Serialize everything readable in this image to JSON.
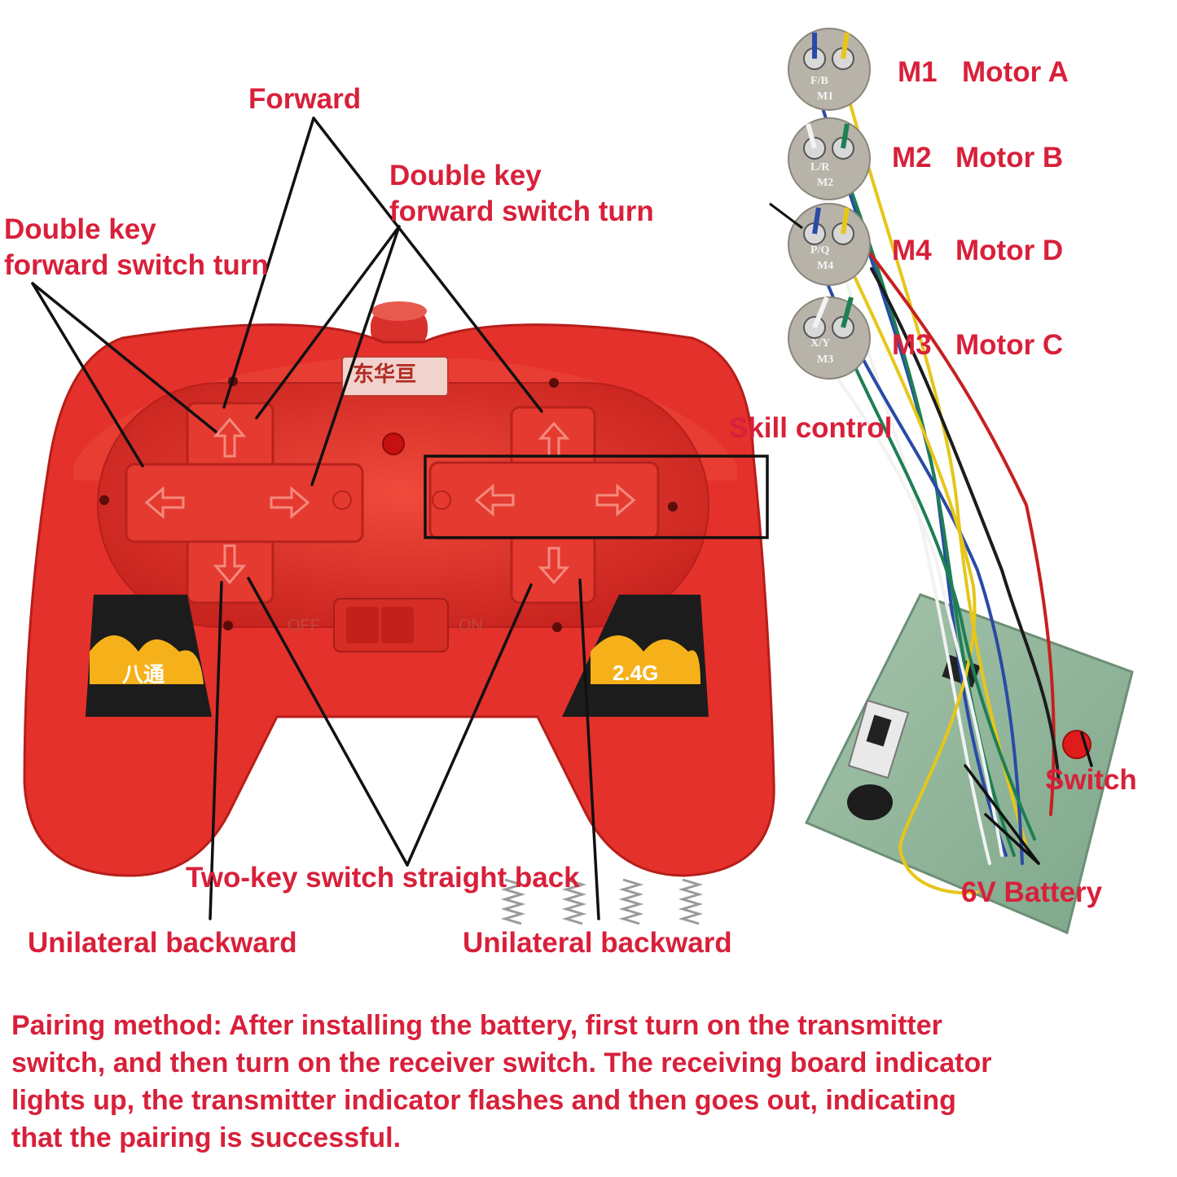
{
  "labels": {
    "forward": "Forward",
    "double_key_right_line1": "Double key",
    "double_key_right_line2": "forward switch turn",
    "double_key_left_line1": "Double key",
    "double_key_left_line2": "forward switch turn",
    "skill_control": "Skill control",
    "two_key_back": "Two-key switch straight back",
    "unilateral_left": "Unilateral backward",
    "unilateral_right": "Unilateral backward",
    "switch": "Switch",
    "battery": "6V Battery"
  },
  "motors": [
    {
      "code": "M1",
      "name": "Motor A",
      "pcb_top": "F/B",
      "pcb_bottom": "M1"
    },
    {
      "code": "M2",
      "name": "Motor B",
      "pcb_top": "L/R",
      "pcb_bottom": "M2"
    },
    {
      "code": "M4",
      "name": "Motor D",
      "pcb_top": "P/Q",
      "pcb_bottom": "M4"
    },
    {
      "code": "M3",
      "name": "Motor C",
      "pcb_top": "X/Y",
      "pcb_bottom": "M3"
    }
  ],
  "controller": {
    "brand_mark": "东华亘",
    "switch_off": "OFF",
    "switch_on": "ON",
    "left_badge": "八通",
    "right_badge": "2.4G"
  },
  "pairing_note": [
    "Pairing method: After installing the battery, first turn on the transmitter",
    "switch, and then turn on the receiver switch. The receiving board indicator",
    "lights up, the transmitter indicator flashes and then goes out, indicating",
    "that the pairing is successful."
  ],
  "colors": {
    "label_red": "#d8203a",
    "controller_red": "#e8322c",
    "pcb_green": "#8fb59a",
    "callout_line": "#111111"
  }
}
